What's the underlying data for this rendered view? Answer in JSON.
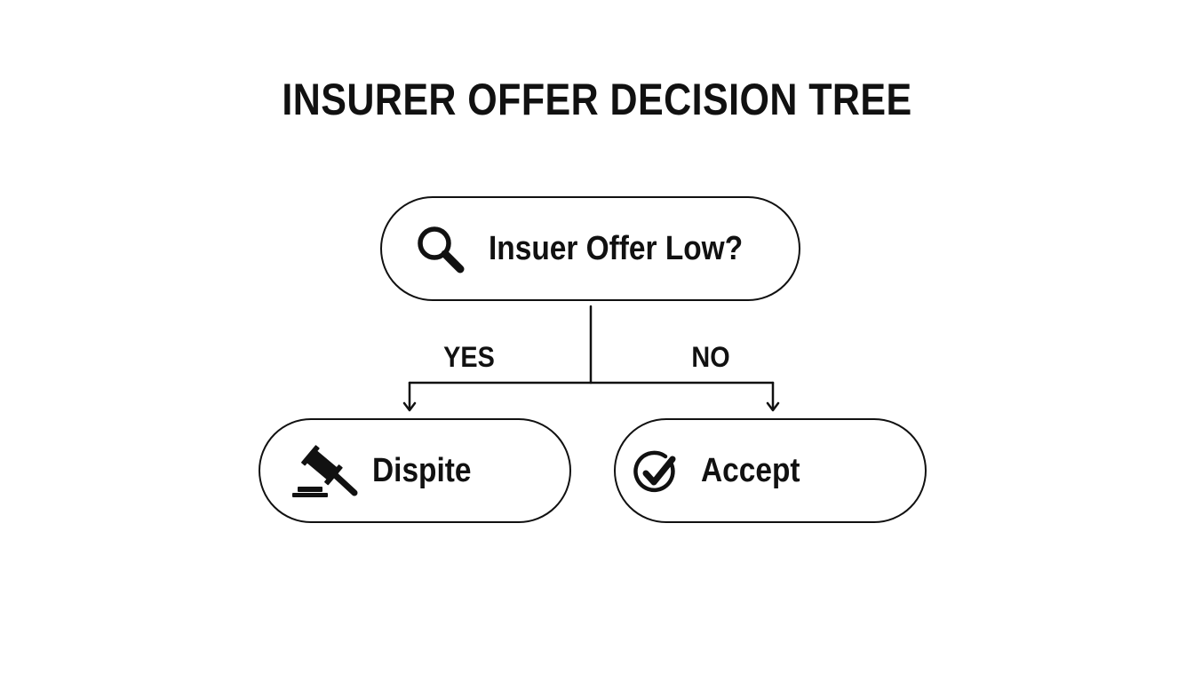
{
  "diagram": {
    "title": "INSURER OFFER DECISION TREE",
    "root": {
      "label": "Insuer Offer Low?",
      "icon": "magnifying-glass-icon"
    },
    "branches": [
      {
        "condition": "YES",
        "label": "Dispite",
        "icon": "gavel-icon"
      },
      {
        "condition": "NO",
        "label": "Accept",
        "icon": "check-circle-icon"
      }
    ],
    "colors": {
      "stroke": "#111111",
      "background": "#ffffff"
    }
  }
}
